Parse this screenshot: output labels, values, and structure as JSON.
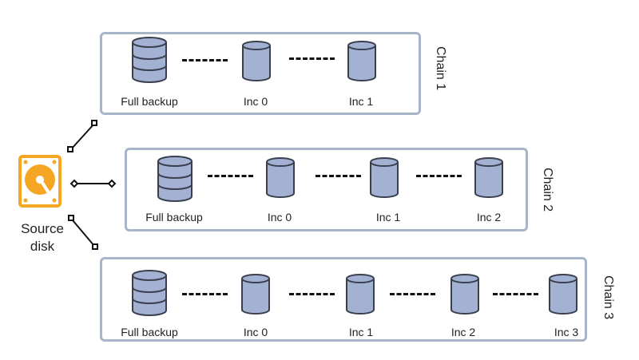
{
  "source": {
    "label": "Source disk",
    "color": "#f5a623"
  },
  "chains": [
    {
      "title": "Chain 1",
      "nodes": [
        {
          "label": "Full backup",
          "icon": "stacked-disk-icon"
        },
        {
          "label": "Inc 0",
          "icon": "cylinder-icon"
        },
        {
          "label": "Inc 1",
          "icon": "cylinder-icon"
        }
      ]
    },
    {
      "title": "Chain 2",
      "nodes": [
        {
          "label": "Full backup",
          "icon": "stacked-disk-icon"
        },
        {
          "label": "Inc 0",
          "icon": "cylinder-icon"
        },
        {
          "label": "Inc 1",
          "icon": "cylinder-icon"
        },
        {
          "label": "Inc 2",
          "icon": "cylinder-icon"
        }
      ]
    },
    {
      "title": "Chain 3",
      "nodes": [
        {
          "label": "Full backup",
          "icon": "stacked-disk-icon"
        },
        {
          "label": "Inc 0",
          "icon": "cylinder-icon"
        },
        {
          "label": "Inc 1",
          "icon": "cylinder-icon"
        },
        {
          "label": "Inc 2",
          "icon": "cylinder-icon"
        },
        {
          "label": "Inc 3",
          "icon": "cylinder-icon"
        }
      ]
    }
  ],
  "colors": {
    "box_border": "#a8b4c8",
    "cylinder_fill": "#a3b1d3",
    "cylinder_stroke": "#3a3f4e"
  }
}
